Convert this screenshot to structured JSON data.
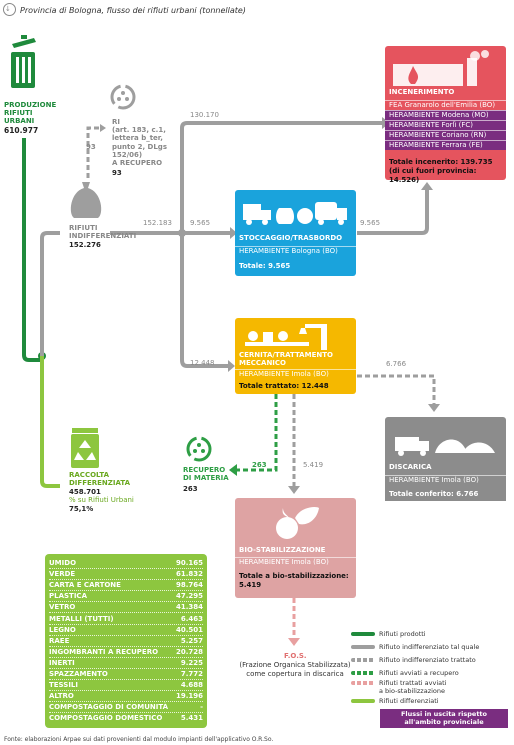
{
  "header": {
    "title": "Provincia di Bologna, flusso dei rifiuti urbani (tonnellate)"
  },
  "produzione": {
    "label": "PRODUZIONE RIFIUTI URBANI",
    "value": "610.977"
  },
  "ri": {
    "line1": "RI",
    "line2": "(art. 183, c.1,",
    "line3": "lettera b_ter,",
    "line4": "punto 2, DLgs",
    "line5": "152/06)",
    "line6": "A RECUPERO",
    "value": "93",
    "flow": "93"
  },
  "indiff": {
    "line1": "RIFIUTI",
    "line2": "INDIFFERENZIATI",
    "value": "152.276"
  },
  "flows": {
    "f130": "130.170",
    "f152": "152.183",
    "f9565a": "9.565",
    "f9565b": "9.565",
    "f12448": "12.448",
    "f6766": "6.766",
    "f263": "263",
    "f5419": "5.419"
  },
  "incen": {
    "title": "INCENERIMENTO",
    "rows": [
      "FEA Granarolo dell'Emilia (BO)",
      "HERAMBIENTE Modena (MO)",
      "HERAMBIENTE Forlì (FC)",
      "HERAMBIENTE Coriano (RN)",
      "HERAMBIENTE Ferrara (FE)"
    ],
    "total1": "Totale incenerito: 139.735",
    "total2": "(di cui fuori provincia: 14.526)"
  },
  "stocc": {
    "title": "STOCCAGGIO/TRASBORDO",
    "row": "HERAMBIENTE Bologna (BO)",
    "total": "Totale: 9.565"
  },
  "cernita": {
    "title1": "CERNITA/TRATTAMENTO",
    "title2": "MECCANICO",
    "row": "HERAMBIENTE Imola (BO)",
    "total": "Totale trattato: 12.448"
  },
  "discarica": {
    "title": "DISCARICA",
    "row": "HERAMBIENTE Imola (BO)",
    "total": "Totale conferito: 6.766"
  },
  "recupero": {
    "line1": "RECUPERO",
    "line2": "DI MATERIA",
    "value": "263"
  },
  "bio": {
    "title": "BIO-STABILIZZAZIONE",
    "row": "HERAMBIENTE Imola (BO)",
    "total1": "Totale a bio-stabilizzazione:",
    "total2": "5.419"
  },
  "fos": {
    "line1": "F.O.S.",
    "line2": "(Frazione Organica Stabilizzata)",
    "line3": "come copertura in discarica"
  },
  "raccolta": {
    "line1": "RACCOLTA",
    "line2": "DIFFERENZIATA",
    "value": "458.701",
    "pct_label": "% su Rifiuti Urbani",
    "pct": "75,1%"
  },
  "materials": [
    {
      "name": "UMIDO",
      "value": "90.165"
    },
    {
      "name": "VERDE",
      "value": "61.832"
    },
    {
      "name": "CARTA E CARTONE",
      "value": "98.764"
    },
    {
      "name": "PLASTICA",
      "value": "47.295"
    },
    {
      "name": "VETRO",
      "value": "41.384"
    },
    {
      "name": "METALLI (TUTTI)",
      "value": "6.463"
    },
    {
      "name": "LEGNO",
      "value": "40.501"
    },
    {
      "name": "RAEE",
      "value": "5.257"
    },
    {
      "name": "INGOMBRANTI A RECUPERO",
      "value": "20.728"
    },
    {
      "name": "INERTI",
      "value": "9.225"
    },
    {
      "name": "SPAZZAMENTO",
      "value": "7.772"
    },
    {
      "name": "TESSILI",
      "value": "4.688"
    },
    {
      "name": "ALTRO",
      "value": "19.196"
    },
    {
      "name": "COMPOSTAGGIO DI COMUNITÀ",
      "value": "-"
    },
    {
      "name": "COMPOSTAGGIO DOMESTICO",
      "value": "5.431"
    }
  ],
  "legend": [
    {
      "label": "Rifiuti prodotti",
      "color": "#1f8a3c"
    },
    {
      "label": "Rifiuto indifferenziato tal quale",
      "color": "#9e9e9e"
    },
    {
      "label": "Rifiuto indifferenziato trattato",
      "color": "#9e9e9e"
    },
    {
      "label": "Rifiuti avviati a recupero",
      "color": "#2e9e45"
    },
    {
      "label": "Rifiuti trattati avviati",
      "label2": "a bio-stabilizzazione",
      "color": "#e8a0a0"
    },
    {
      "label": "Rifiuti differenziati",
      "color": "#8dc63f"
    }
  ],
  "legend_out": {
    "line1": "Flussi in uscita rispetto",
    "line2": "all'ambito provinciale"
  },
  "source": "Fonte: elaborazioni Arpae sui dati provenienti dal modulo impianti dell'applicativo O.R.So.",
  "colors": {
    "green_dark": "#1f8a3c",
    "green_light": "#8dc63f",
    "grey": "#9e9e9e",
    "red": "#e5545e",
    "blue": "#1aa3dc",
    "yellow": "#f5b800",
    "grey_box": "#8c8c8c",
    "pink": "#dea3a3",
    "purple": "#7a2d80"
  }
}
